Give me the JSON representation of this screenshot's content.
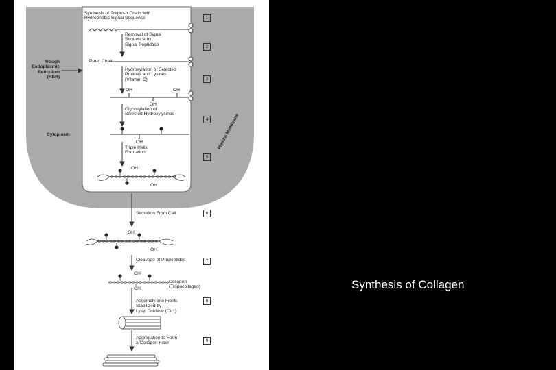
{
  "caption": "Synthesis of Collagen",
  "figure": {
    "title": "Synthesis of Prepro-α Chain with\nHydrophobic Signal Sequence",
    "rer_label": "Rough\nEndoplasmic\nReticulum\n(RER)",
    "cytoplasm_label": "Cytoplasm",
    "membrane_label": "Plasma Membrane",
    "steps": [
      {
        "number": "1",
        "text": ""
      },
      {
        "number": "2",
        "text": "Removal of Signal\nSequence by\nSignal Peptidase"
      },
      {
        "number": "3",
        "text": "Hydroxylation of Selected\nProlines and Lysines\n(Vitamin C)"
      },
      {
        "number": "4",
        "text": "Glycosylation of\nSelected Hydroxylysines"
      },
      {
        "number": "5",
        "text": "Triple Helix\nFormation"
      },
      {
        "number": "6",
        "text": "Secretion From Cell"
      },
      {
        "number": "7",
        "text": "Cleavage of Propeptides"
      },
      {
        "number": "8",
        "text": "Assembly into Fibrils\nStabilized by\nLysyl Oxidase (Cu⁺)"
      },
      {
        "number": "9",
        "text": "Aggregation to Form\na Collagen Fiber"
      }
    ],
    "pro_chain_label": "Pro-α Chain",
    "oh": "OH",
    "collagen_label": "Collagen\n(Tropocollagen)"
  }
}
